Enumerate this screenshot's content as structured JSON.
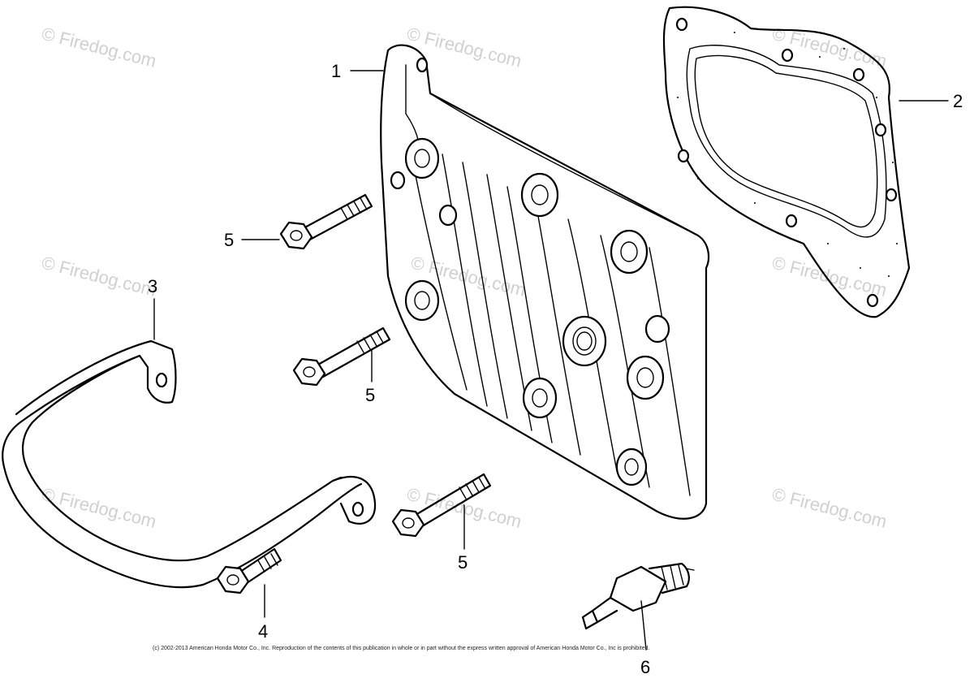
{
  "watermark": "© Firedog.com",
  "copyright": "(c) 2002-2013 American Honda Motor Co., Inc. Reproduction of the contents of this publication in whole or in part without the express written approval of American Honda Motor Co., Inc is prohibited.",
  "callouts": {
    "p1": "1",
    "p2": "2",
    "p3": "3",
    "p4": "4",
    "p5a": "5",
    "p5b": "5",
    "p5c": "5",
    "p6": "6"
  }
}
